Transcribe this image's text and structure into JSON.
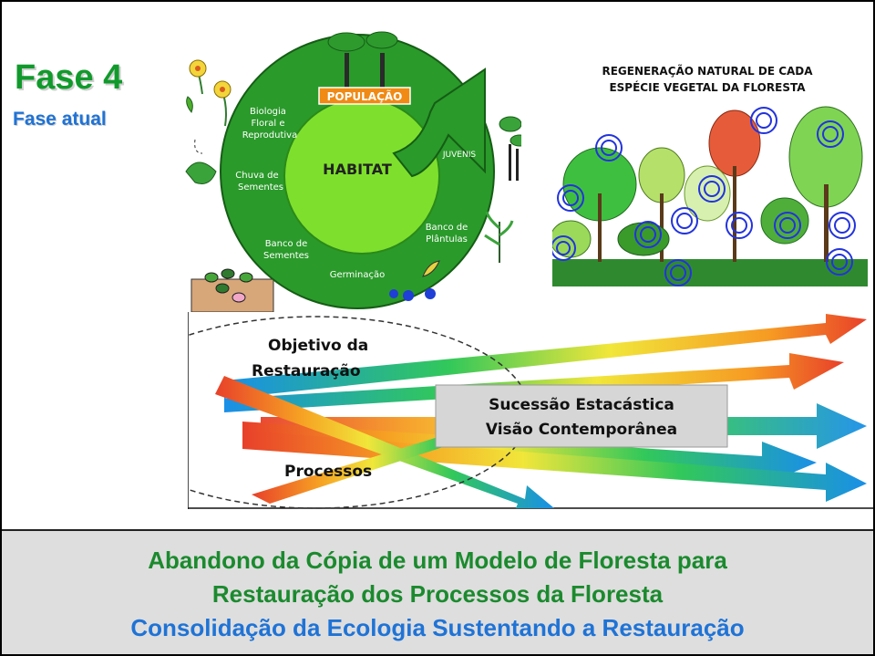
{
  "phase": {
    "title": "Fase 4",
    "subtitle": "Fase atual"
  },
  "cycle": {
    "population": "POPULAÇÃO",
    "habitat": "HABITAT",
    "juveniles": "JUVENIS",
    "floral_biology": [
      "Biologia",
      "Floral e",
      "Reprodutiva"
    ],
    "seed_rain": [
      "Chuva de",
      "Sementes"
    ],
    "seed_bank": [
      "Banco de",
      "Sementes"
    ],
    "germination": "Germinação",
    "seedling_bank": [
      "Banco de",
      "Plântulas"
    ]
  },
  "regeneration": {
    "title_lines": [
      "REGENERAÇÃO NATURAL DE CADA",
      "ESPÉCIE VEGETAL DA FLORESTA"
    ]
  },
  "arrows_panel": {
    "objective": [
      "Objetivo da",
      "Restauração"
    ],
    "processes": "Processos",
    "box_lines": [
      "Sucessão Estacástica",
      "Visão Contemporânea"
    ]
  },
  "footer": {
    "line1": "Abandono da Cópia de um Modelo de Floresta  para",
    "line2": "Restauração dos Processos da Floresta",
    "line3": "Consolidação da Ecologia Sustentando a Restauração"
  },
  "colors": {
    "green_title": "#119a2c",
    "blue_title": "#1f73d6",
    "cycle_green": "#2a9a2a",
    "cycle_light": "#7ee02c",
    "population_box": "#f08a14"
  }
}
